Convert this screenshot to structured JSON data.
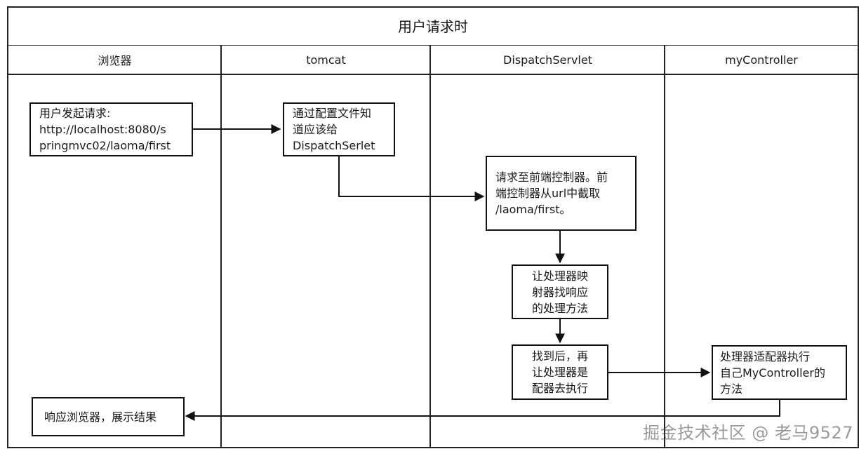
{
  "diagram": {
    "title": "用户请求时",
    "lanes": [
      {
        "name": "浏览器"
      },
      {
        "name": "tomcat"
      },
      {
        "name": "DispatchServlet"
      },
      {
        "name": "myController"
      }
    ],
    "nodes": {
      "user_request": {
        "lines": [
          "用户发起请求:",
          "http://localhost:8080/s",
          "pringmvc02/laoma/first"
        ]
      },
      "tomcat_config": {
        "lines": [
          "通过配置文件知",
          "道应该给",
          "DispatchSerlet"
        ]
      },
      "front_controller": {
        "lines": [
          "请求至前端控制器。前",
          "端控制器从url中截取",
          "/laoma/first。"
        ]
      },
      "handler_mapping": {
        "lines": [
          "让处理器映",
          "射器找响应",
          "的处理方法"
        ]
      },
      "handler_adapter": {
        "lines": [
          "找到后，再",
          "让处理器是",
          "配器去执行"
        ]
      },
      "controller_exec": {
        "lines": [
          "处理器适配器执行",
          "自己MyController的",
          "方法"
        ]
      },
      "response": {
        "lines": [
          "响应浏览器，展示结果"
        ]
      }
    },
    "watermark": "掘金技术社区 @ 老马9527"
  }
}
